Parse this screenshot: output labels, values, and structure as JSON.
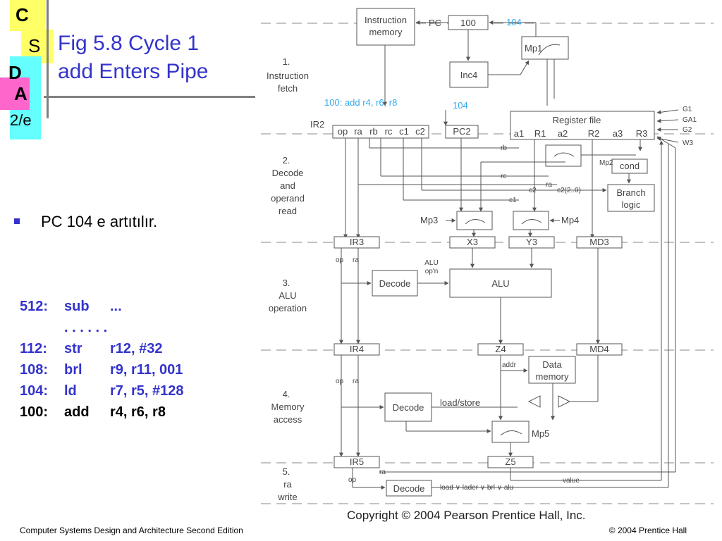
{
  "logo": {
    "letters": [
      "C",
      "S",
      "D",
      "A"
    ],
    "edition": "2/e",
    "colors": {
      "yellow": "#ffff66",
      "pink": "#ff66cc",
      "cyan": "#66ffff",
      "gray": "#808080"
    }
  },
  "title": {
    "line1": "Fig 5.8 Cycle 1",
    "line2": "add Enters Pipe",
    "color": "#3333cc"
  },
  "bullet": {
    "text": "PC 104 e artıtılır."
  },
  "code": {
    "color": "#3333cc",
    "lines": [
      {
        "addr": "512:",
        "op": "sub",
        "args": "..."
      },
      {
        "addr": "",
        "op": ". . . . . .",
        "args": ""
      },
      {
        "addr": "112:",
        "op": "str",
        "args": "r12, #32"
      },
      {
        "addr": "108:",
        "op": "brl",
        "args": "r9, r11, 001"
      },
      {
        "addr": "104:",
        "op": "ld",
        "args": "r7, r5, #128"
      },
      {
        "addr": "100:",
        "op": "add",
        "args": "r4, r6, r8"
      }
    ]
  },
  "diagram": {
    "highlight_color": "#33aaee",
    "stages": [
      {
        "num": "1.",
        "name": [
          "Instruction",
          "fetch"
        ]
      },
      {
        "num": "2.",
        "name": [
          "Decode",
          "and",
          "operand",
          "read"
        ]
      },
      {
        "num": "3.",
        "name": [
          "ALU",
          "operation"
        ]
      },
      {
        "num": "4.",
        "name": [
          "Memory",
          "access"
        ]
      },
      {
        "num": "5.",
        "name": [
          "ra",
          "write"
        ]
      }
    ],
    "labels": {
      "instruction_memory": [
        "Instruction",
        "memory"
      ],
      "pc": "PC",
      "pc_value": "100",
      "pc_next": "104",
      "mp1": "Mp1",
      "inc4": "Inc4",
      "ir2_instr": "100:  add  r4, r6, r8",
      "pc2_value": "104",
      "ir2": "IR2",
      "ir2_fields": [
        "op",
        "ra",
        "rb",
        "rc",
        "c1",
        "c2"
      ],
      "pc2": "PC2",
      "register_file": "Register file",
      "regfile_ports": [
        "a1",
        "R1",
        "a2",
        "R2",
        "a3",
        "R3"
      ],
      "g_signals": [
        "G1",
        "GA1",
        "G2",
        "W3"
      ],
      "mp2": "Mp2",
      "cond": "cond",
      "branch_logic": [
        "Branch",
        "logic"
      ],
      "wire_rb": "rb",
      "wire_rc": "rc",
      "wire_ra": "ra",
      "wire_c2": "c2",
      "wire_c1": "c1",
      "wire_c2_bits": "c2(2..0)",
      "mp3": "Mp3",
      "mp4": "Mp4",
      "ir3": "IR3",
      "x3": "X3",
      "y3": "Y3",
      "md3": "MD3",
      "op": "op",
      "ra": "ra",
      "alu_opn": [
        "ALU",
        "op'n"
      ],
      "decode": "Decode",
      "alu": "ALU",
      "ir4": "IR4",
      "z4": "Z4",
      "md4": "MD4",
      "addr": "addr",
      "data_memory": [
        "Data",
        "memory"
      ],
      "load_store": "load/store",
      "mp5": "Mp5",
      "ir5": "IR5",
      "z5": "Z5",
      "value": "value",
      "ra_write_cond": "load ∨ lader ∨ brl ∨ alu",
      "copyright": "Copyright © 2004 Pearson Prentice Hall, Inc."
    }
  },
  "footer": {
    "left": "Computer Systems Design and Architecture Second Edition",
    "right": "© 2004 Prentice Hall"
  }
}
